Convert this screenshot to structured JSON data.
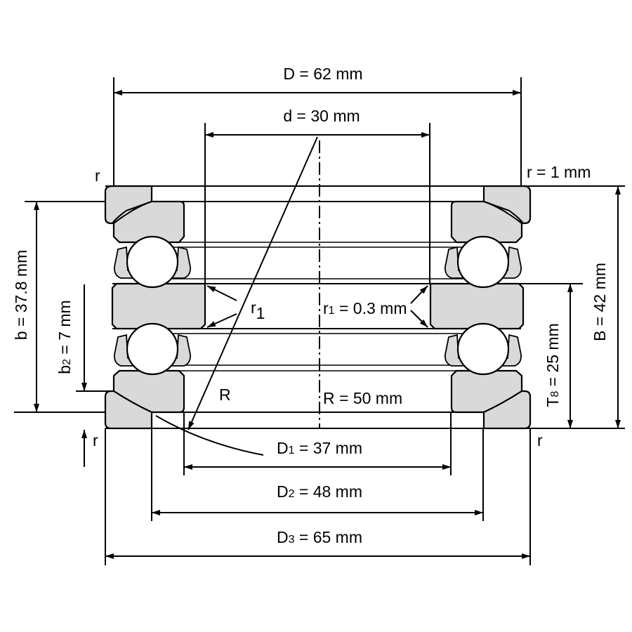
{
  "title": "Double direction thrust ball bearing dimensions",
  "labels": {
    "D": {
      "sym": "D",
      "sub": "",
      "val": " = 62 mm"
    },
    "d": {
      "sym": "d",
      "sub": "",
      "val": " = 30 mm"
    },
    "r_top_left": "r",
    "r_top_right": "r = 1 mm",
    "b": "b = 37.8 mm",
    "b2": {
      "sym": "b",
      "sub": "2",
      "val": " = 7 mm"
    },
    "B": "B = 42 mm",
    "T8": {
      "sym": "T",
      "sub": "8",
      "val": " = 25 mm"
    },
    "r1_left": {
      "sym": "r",
      "sub": "1"
    },
    "r1_right": {
      "sym": "r",
      "sub": "1",
      "val": " = 0.3 mm"
    },
    "R_left": "R",
    "R_right": "R = 50 mm",
    "r_bottom_left": "r",
    "r_bottom_right": "r",
    "D1": {
      "sym": "D",
      "sub": "1",
      "val": " = 37 mm"
    },
    "D2": {
      "sym": "D",
      "sub": "2",
      "val": " = 48 mm"
    },
    "D3": {
      "sym": "D",
      "sub": "3",
      "val": " = 65 mm"
    }
  }
}
